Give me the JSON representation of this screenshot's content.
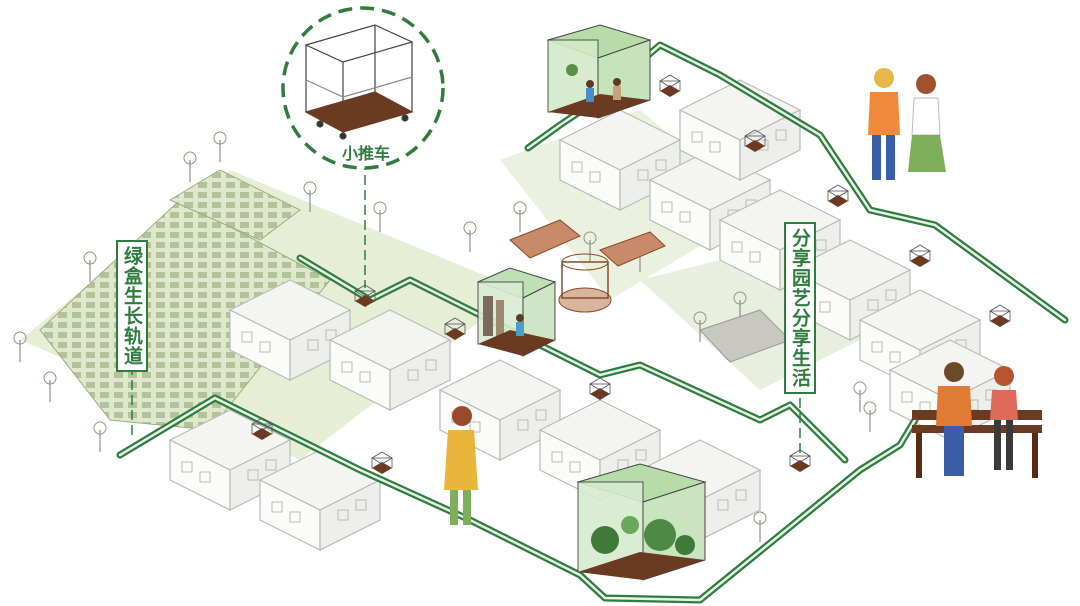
{
  "labels": {
    "cart": "小推车",
    "green_box_track": "绿盒生长轨道",
    "share_gardening": "分享园艺分享生活"
  },
  "colors": {
    "track_green": "#2e7d3e",
    "pale_green": "#e6efd6",
    "house_line": "#b8bcb8",
    "wood_brown": "#6b3a22"
  }
}
